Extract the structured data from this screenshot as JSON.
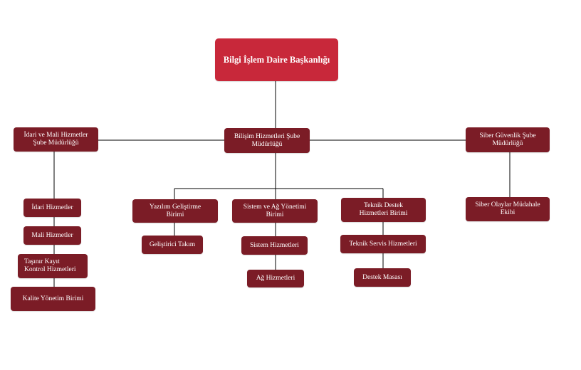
{
  "colors": {
    "root": "#c8283a",
    "node": "#7b1c26",
    "line": "#000000",
    "text": "#ffffff"
  },
  "chart_data": {
    "type": "org-chart",
    "root": {
      "label": "Bilgi İşlem Daire Başkanlığı"
    },
    "branches": [
      {
        "label": "İdari ve Mali Hizmetler Şube Müdürlüğü",
        "children": [
          "İdari Hizmetler",
          "Mali Hizmetler",
          "Taşınır Kayıt Kontrol Hizmetleri",
          "Kalite Yönetim Birimi"
        ]
      },
      {
        "label": "Bilişim Hizmetleri Şube Müdürlüğü",
        "units": [
          {
            "label": "Yazılım Geliştirme Birimi",
            "children": [
              "Geliştirici Takım"
            ]
          },
          {
            "label": "Sistem ve Ağ Yönetimi Birimi",
            "children": [
              "Sistem Hizmetleri",
              "Ağ Hizmetleri"
            ]
          },
          {
            "label": "Teknik Destek Hizmetleri Birimi",
            "children": [
              "Teknik Servis Hizmetleri",
              "Destek Masası"
            ]
          }
        ]
      },
      {
        "label": "Siber Güvenlik Şube Müdürlüğü",
        "children": [
          "Siber Olaylar Müdahale Ekibi"
        ]
      }
    ]
  },
  "nodes": {
    "root": "Bilgi İşlem Daire Başkanlığı",
    "idari_mali": "İdari ve Mali Hizmetler\nŞube Müdürlüğü",
    "bilisim": "Bilişim Hizmetleri Şube\nMüdürlüğü",
    "siber": "Siber Güvenlik Şube\nMüdürlüğü",
    "idari_hizmetler": "İdari Hizmetler",
    "mali_hizmetler": "Mali Hizmetler",
    "tasinir": "Taşınır Kayıt\nKontrol Hizmetleri",
    "kalite": "Kalite Yönetim Birimi",
    "yazilim": "Yazılım Geliştirme\nBirimi",
    "sistem_ag": "Sistem ve Ağ Yönetimi\nBirimi",
    "teknik_destek": "Teknik Destek\nHizmetleri Birimi",
    "gelistirici": "Geliştirici Takım",
    "sistem_hizmetleri": "Sistem Hizmetleri",
    "ag_hizmetleri": "Ağ Hizmetleri",
    "teknik_servis": "Teknik Servis Hizmetleri",
    "destek_masasi": "Destek Masası",
    "siber_olaylar": "Siber Olaylar Müdahale\nEkibi"
  }
}
